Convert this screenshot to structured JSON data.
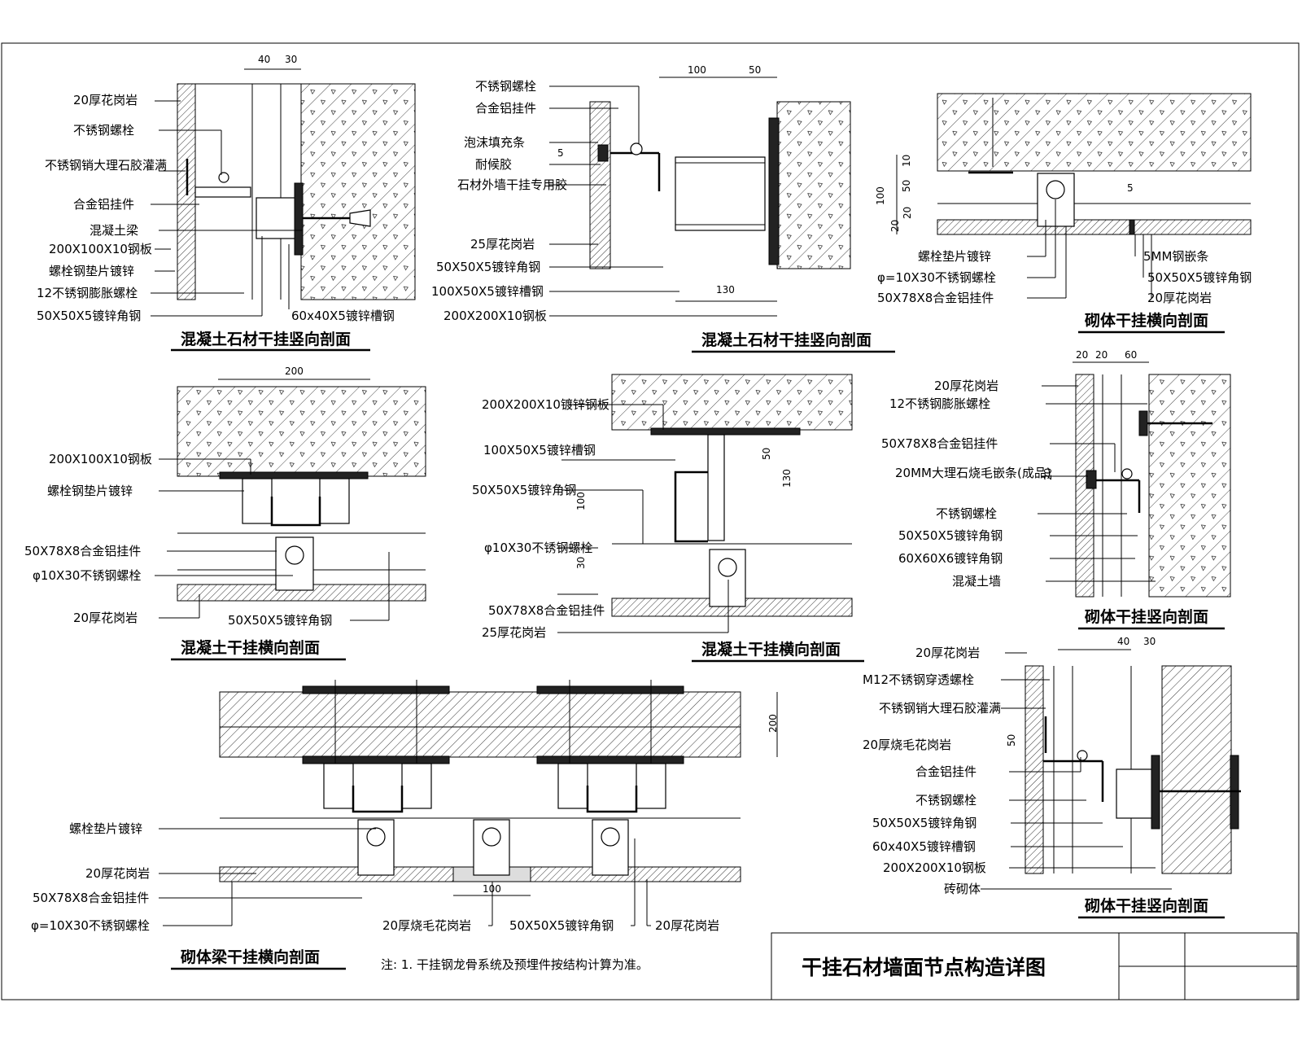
{
  "sheet_title": "干挂石材墙面节点构造详图",
  "note": "注:  1. 干挂钢龙骨系统及预埋件按结构计算为准。",
  "views": [
    {
      "title": "混凝土石材干挂竖向剖面",
      "labels": [
        "20厚花岗岩",
        "不锈钢螺栓",
        "不锈钢销大理石胶灌满",
        "合金铝挂件",
        "混凝土梁",
        "200X100X10钢板",
        "螺栓钢垫片镀锌",
        "12不锈钢膨胀螺栓",
        "50X50X5镀锌角钢",
        "60x40X5镀锌槽钢"
      ],
      "dims": [
        "40",
        "30"
      ]
    },
    {
      "title": "混凝土石材干挂竖向剖面",
      "labels": [
        "不锈钢螺栓",
        "合金铝挂件",
        "泡沫填充条",
        "耐候胶",
        "石材外墙干挂专用胶",
        "25厚花岗岩",
        "50X50X5镀锌角钢",
        "100X50X5镀锌槽钢",
        "200X200X10钢板"
      ],
      "dims": [
        "100",
        "50",
        "130",
        "5"
      ]
    },
    {
      "title": "砌体干挂横向剖面",
      "labels": [
        "螺栓垫片镀锌",
        "φ=10X30不锈钢螺栓",
        "50X78X8合金铝挂件",
        "5MM钢嵌条",
        "50X50X5镀锌角钢",
        "20厚花岗岩"
      ],
      "dims": [
        "100",
        "10",
        "50",
        "20",
        "20",
        "5"
      ]
    },
    {
      "title": "混凝土干挂横向剖面",
      "labels": [
        "200X100X10钢板",
        "螺栓钢垫片镀锌",
        "50X78X8合金铝挂件",
        "φ10X30不锈钢螺栓",
        "20厚花岗岩",
        "50X50X5镀锌角钢"
      ],
      "dims": [
        "200"
      ]
    },
    {
      "title": "混凝土干挂横向剖面",
      "labels": [
        "200X200X10镀锌钢板",
        "100X50X5镀锌槽钢",
        "50X50X5镀锌角钢",
        "φ10X30不锈钢螺栓",
        "50X78X8合金铝挂件",
        "25厚花岗岩"
      ],
      "dims": [
        "50",
        "130",
        "100",
        "30"
      ]
    },
    {
      "title": "砌体干挂竖向剖面",
      "labels": [
        "20厚花岗岩",
        "12不锈钢膨胀螺栓",
        "50X78X8合金铝挂件",
        "20MM大理石烧毛嵌条(成品)",
        "不锈钢螺栓",
        "50X50X5镀锌角钢",
        "60X60X6镀锌角钢",
        "混凝土墙"
      ],
      "dims": [
        "20",
        "20",
        "60",
        "20"
      ]
    },
    {
      "title": "砌体梁干挂横向剖面",
      "labels": [
        "螺栓垫片镀锌",
        "20厚花岗岩",
        "50X78X8合金铝挂件",
        "φ=10X30不锈钢螺栓",
        "20厚烧毛花岗岩",
        "50X50X5镀锌角钢",
        "20厚花岗岩"
      ],
      "dims": [
        "200",
        "100"
      ]
    },
    {
      "title": "砌体干挂竖向剖面",
      "labels": [
        "20厚花岗岩",
        "M12不锈钢穿透螺栓",
        "不锈钢销大理石胶灌满",
        "20厚烧毛花岗岩",
        "合金铝挂件",
        "不锈钢螺栓",
        "50X50X5镀锌角钢",
        "60x40X5镀锌槽钢",
        "200X200X10钢板",
        "砖砌体"
      ],
      "dims": [
        "40",
        "30",
        "50"
      ]
    }
  ]
}
